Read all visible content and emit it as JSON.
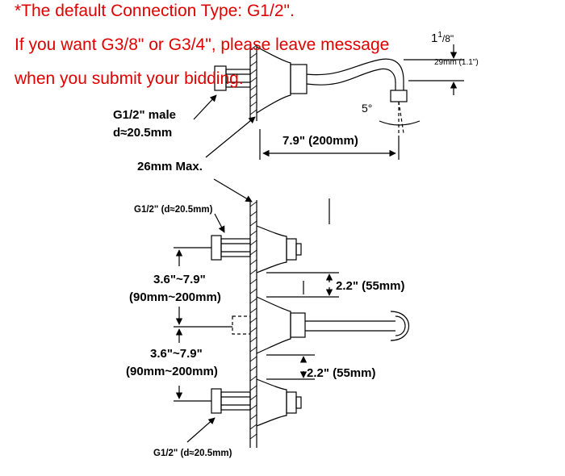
{
  "notes": {
    "line1": "*The default Connection Type: G1/2\".",
    "line2": "If you want G3/8\" or G3/4\", please leave message",
    "line3": "when you submit your bidding."
  },
  "top_view": {
    "inlet_label_line1": "G1/2\" male",
    "inlet_label_line2": "d≈20.5mm",
    "spout_length": "7.9\" (200mm)",
    "wall_max": "26mm Max.",
    "angle": "5°",
    "spout_height_whole": "1",
    "spout_height_num": "1",
    "spout_height_den": "/8\"",
    "spout_height_metric": "29mm (1.1\")"
  },
  "front_view": {
    "top_inlet": "G1/2\" (d≈20.5mm)",
    "spacing_upper_line1": "3.6\"~7.9\"",
    "spacing_upper_line2": "(90mm~200mm)",
    "spacing_lower_line1": "3.6\"~7.9\"",
    "spacing_lower_line2": "(90mm~200mm)",
    "offset_upper": "2.2\" (55mm)",
    "offset_lower": "2.2\" (55mm)",
    "bottom_inlet": "G1/2\" (d≈20.5mm)"
  },
  "colors": {
    "note_text": "#e00000",
    "line": "#000000"
  }
}
